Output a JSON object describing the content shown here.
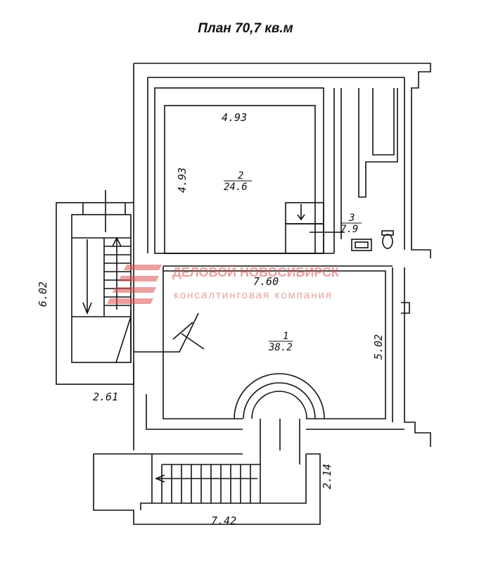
{
  "title": "План 70,7 кв.м",
  "dimensions": {
    "room2_width": "4.93",
    "room2_height": "4.93",
    "main_width": "7.60",
    "main_height": "5.02",
    "stair_height": "6.02",
    "stair_width": "2.61",
    "entrance_width": "7.42",
    "entrance_height": "2.14"
  },
  "rooms": [
    {
      "number": "1",
      "area": "38.2"
    },
    {
      "number": "2",
      "area": "24.6"
    },
    {
      "number": "3",
      "area": "7.9"
    }
  ],
  "watermark": {
    "line1": "ДЕЛОВОЙ НОВОСИБИРСК",
    "line2": "консалтинговая компания",
    "color": "#d9534f"
  }
}
